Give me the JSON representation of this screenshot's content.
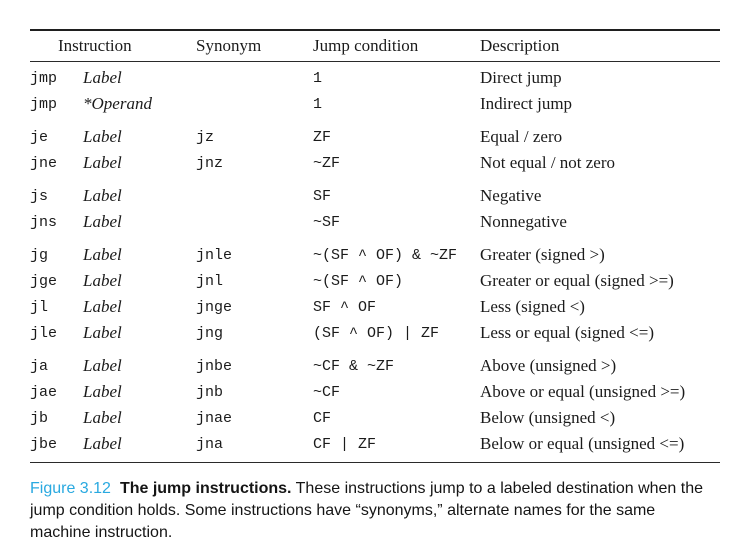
{
  "table": {
    "headers": [
      "Instruction",
      "Synonym",
      "Jump condition",
      "Description"
    ],
    "groups": [
      {
        "rows": [
          {
            "instruction": "jmp",
            "operand": "Label",
            "synonym": "",
            "condition": "1",
            "description": "Direct jump"
          },
          {
            "instruction": "jmp",
            "operand": "*Operand",
            "synonym": "",
            "condition": "1",
            "description": "Indirect jump"
          }
        ]
      },
      {
        "rows": [
          {
            "instruction": "je",
            "operand": "Label",
            "synonym": "jz",
            "condition": "ZF",
            "description": "Equal / zero"
          },
          {
            "instruction": "jne",
            "operand": "Label",
            "synonym": "jnz",
            "condition": "~ZF",
            "description": "Not equal / not zero"
          }
        ]
      },
      {
        "rows": [
          {
            "instruction": "js",
            "operand": "Label",
            "synonym": "",
            "condition": "SF",
            "description": "Negative"
          },
          {
            "instruction": "jns",
            "operand": "Label",
            "synonym": "",
            "condition": "~SF",
            "description": "Nonnegative"
          }
        ]
      },
      {
        "rows": [
          {
            "instruction": "jg",
            "operand": "Label",
            "synonym": "jnle",
            "condition": "~(SF ^ OF) & ~ZF",
            "description": "Greater (signed >)"
          },
          {
            "instruction": "jge",
            "operand": "Label",
            "synonym": "jnl",
            "condition": "~(SF ^ OF)",
            "description": "Greater or equal (signed >=)"
          },
          {
            "instruction": "jl",
            "operand": "Label",
            "synonym": "jnge",
            "condition": "SF ^ OF",
            "description": "Less (signed <)"
          },
          {
            "instruction": "jle",
            "operand": "Label",
            "synonym": "jng",
            "condition": "(SF ^ OF) | ZF",
            "description": "Less or equal (signed <=)"
          }
        ]
      },
      {
        "rows": [
          {
            "instruction": "ja",
            "operand": "Label",
            "synonym": "jnbe",
            "condition": "~CF & ~ZF",
            "description": "Above (unsigned >)"
          },
          {
            "instruction": "jae",
            "operand": "Label",
            "synonym": "jnb",
            "condition": "~CF",
            "description": "Above or equal (unsigned >=)"
          },
          {
            "instruction": "jb",
            "operand": "Label",
            "synonym": "jnae",
            "condition": "CF",
            "description": "Below (unsigned <)"
          },
          {
            "instruction": "jbe",
            "operand": "Label",
            "synonym": "jna",
            "condition": "CF | ZF",
            "description": "Below or equal (unsigned <=)"
          }
        ]
      }
    ]
  },
  "caption": {
    "figure_label": "Figure 3.12",
    "title": "The jump instructions.",
    "body": " These instructions jump to a labeled destination when the jump condition holds. Some instructions have “synonyms,” alternate names for the same machine instruction."
  },
  "colors": {
    "figure_label": "#29a9e0",
    "text": "#1b1b1b",
    "background": "#ffffff"
  }
}
